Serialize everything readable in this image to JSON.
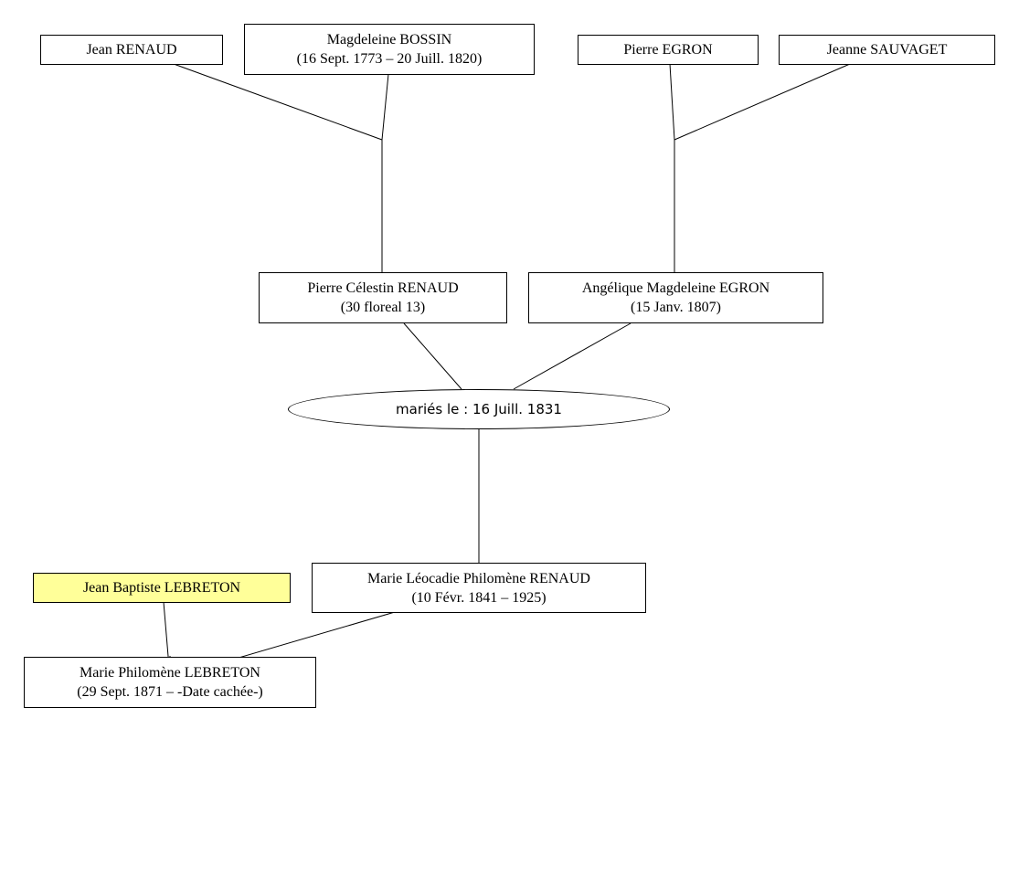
{
  "persons": {
    "jean_renaud": {
      "name": "Jean RENAUD",
      "dates": ""
    },
    "magdeleine_bossin": {
      "name": "Magdeleine BOSSIN",
      "dates": "(16 Sept. 1773 – 20 Juill. 1820)"
    },
    "pierre_egron": {
      "name": "Pierre EGRON",
      "dates": ""
    },
    "jeanne_sauvaget": {
      "name": "Jeanne SAUVAGET",
      "dates": ""
    },
    "pierre_celestin_renaud": {
      "name": "Pierre Célestin RENAUD",
      "dates": "(30 floreal 13)"
    },
    "angelique_magdeleine_egron": {
      "name": "Angélique Magdeleine EGRON",
      "dates": "(15 Janv. 1807)"
    },
    "marie_leocadie_philomene_renaud": {
      "name": "Marie Léocadie Philomène RENAUD",
      "dates": "(10 Févr. 1841 – 1925)"
    },
    "jean_baptiste_lebreton": {
      "name": "Jean Baptiste LEBRETON",
      "dates": ""
    },
    "marie_philomene_lebreton": {
      "name": "Marie Philomène LEBRETON",
      "dates": "(29 Sept. 1871 – -Date cachée-)"
    }
  },
  "unions": {
    "renaud_egron": {
      "label": "mariés le : 16 Juill. 1831"
    }
  },
  "colors": {
    "root_highlight": "#ffff99",
    "line": "#000000",
    "box_border": "#000000"
  }
}
